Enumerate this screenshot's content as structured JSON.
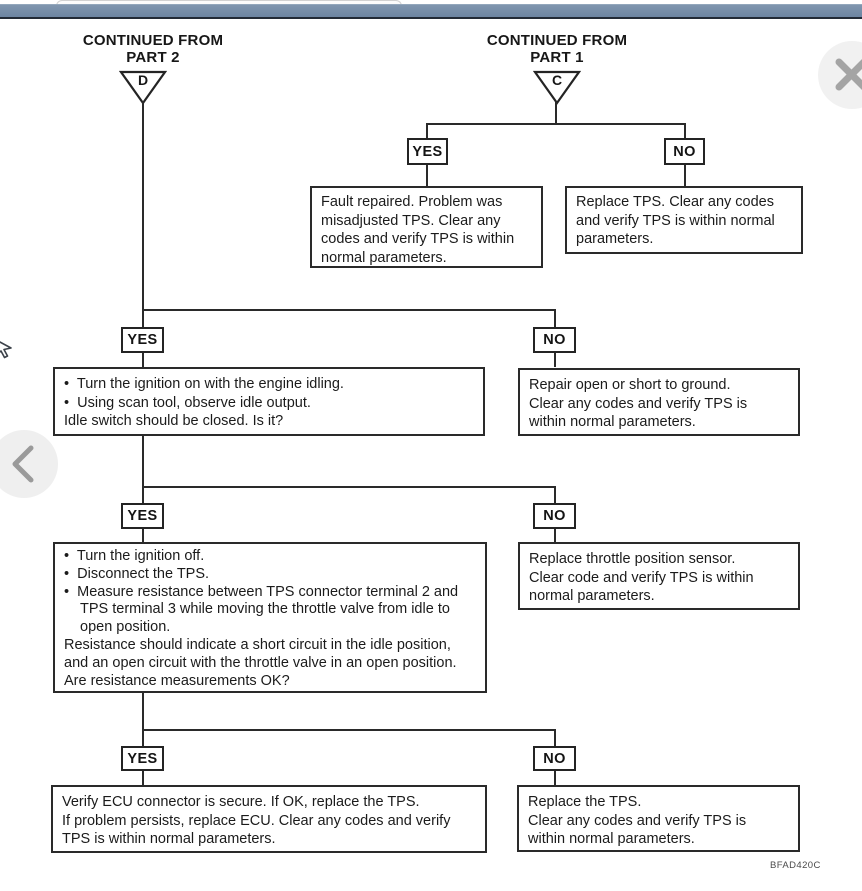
{
  "figure_code": "BFAD420C",
  "flow": {
    "from_part2": {
      "line1": "CONTINUED FROM",
      "line2": "PART 2",
      "connector": "D"
    },
    "from_part1": {
      "line1": "CONTINUED FROM",
      "line2": "PART 1",
      "connector": "C"
    },
    "c": {
      "yes": "YES",
      "no": "NO"
    },
    "d1": {
      "yes": "YES",
      "no": "NO"
    },
    "d2": {
      "yes": "YES",
      "no": "NO"
    },
    "d3": {
      "yes": "YES",
      "no": "NO"
    },
    "boxes": {
      "fault_repaired": [
        {
          "k": "p",
          "t": "Fault repaired. Problem was"
        },
        {
          "k": "p",
          "t": "misadjusted TPS. Clear any"
        },
        {
          "k": "p",
          "t": "codes and verify TPS is within"
        },
        {
          "k": "p",
          "t": "normal parameters."
        }
      ],
      "replace_tps_top": [
        {
          "k": "p",
          "t": "Replace TPS. Clear any codes"
        },
        {
          "k": "p",
          "t": "and verify TPS is within normal"
        },
        {
          "k": "p",
          "t": "parameters."
        }
      ],
      "q_idle": [
        {
          "k": "b",
          "t": "Turn the ignition on with the engine idling."
        },
        {
          "k": "b",
          "t": "Using scan tool, observe idle output."
        },
        {
          "k": "p",
          "t": "Idle switch should be closed. Is it?"
        }
      ],
      "repair_open": [
        {
          "k": "p",
          "t": "Repair open or short to ground."
        },
        {
          "k": "p",
          "t": "Clear any codes and verify TPS is"
        },
        {
          "k": "p",
          "t": "within normal parameters."
        }
      ],
      "q_resistance": [
        {
          "k": "b",
          "t": "Turn the ignition off."
        },
        {
          "k": "b",
          "t": "Disconnect the TPS."
        },
        {
          "k": "b",
          "t": "Measure resistance between TPS connector terminal 2 and"
        },
        {
          "k": "c",
          "t": "TPS terminal 3 while moving the throttle valve from idle to"
        },
        {
          "k": "c",
          "t": "open position."
        },
        {
          "k": "p",
          "t": "Resistance should indicate a short circuit in the idle position,"
        },
        {
          "k": "p",
          "t": "and an open circuit with the throttle valve in an open position."
        },
        {
          "k": "p",
          "t": "Are resistance measurements OK?"
        }
      ],
      "replace_sensor": [
        {
          "k": "p",
          "t": "Replace throttle position sensor."
        },
        {
          "k": "p",
          "t": "Clear code and verify TPS is within"
        },
        {
          "k": "p",
          "t": "normal parameters."
        }
      ],
      "verify_ecu": [
        {
          "k": "p",
          "t": "Verify ECU connector is secure. If OK, replace the TPS."
        },
        {
          "k": "p",
          "t": "If problem persists, replace ECU. Clear any codes and verify"
        },
        {
          "k": "p",
          "t": "TPS is within normal parameters."
        }
      ],
      "replace_tps_bottom": [
        {
          "k": "p",
          "t": "Replace the TPS."
        },
        {
          "k": "p",
          "t": "Clear any codes and verify TPS is"
        },
        {
          "k": "p",
          "t": "within normal parameters."
        }
      ]
    }
  }
}
